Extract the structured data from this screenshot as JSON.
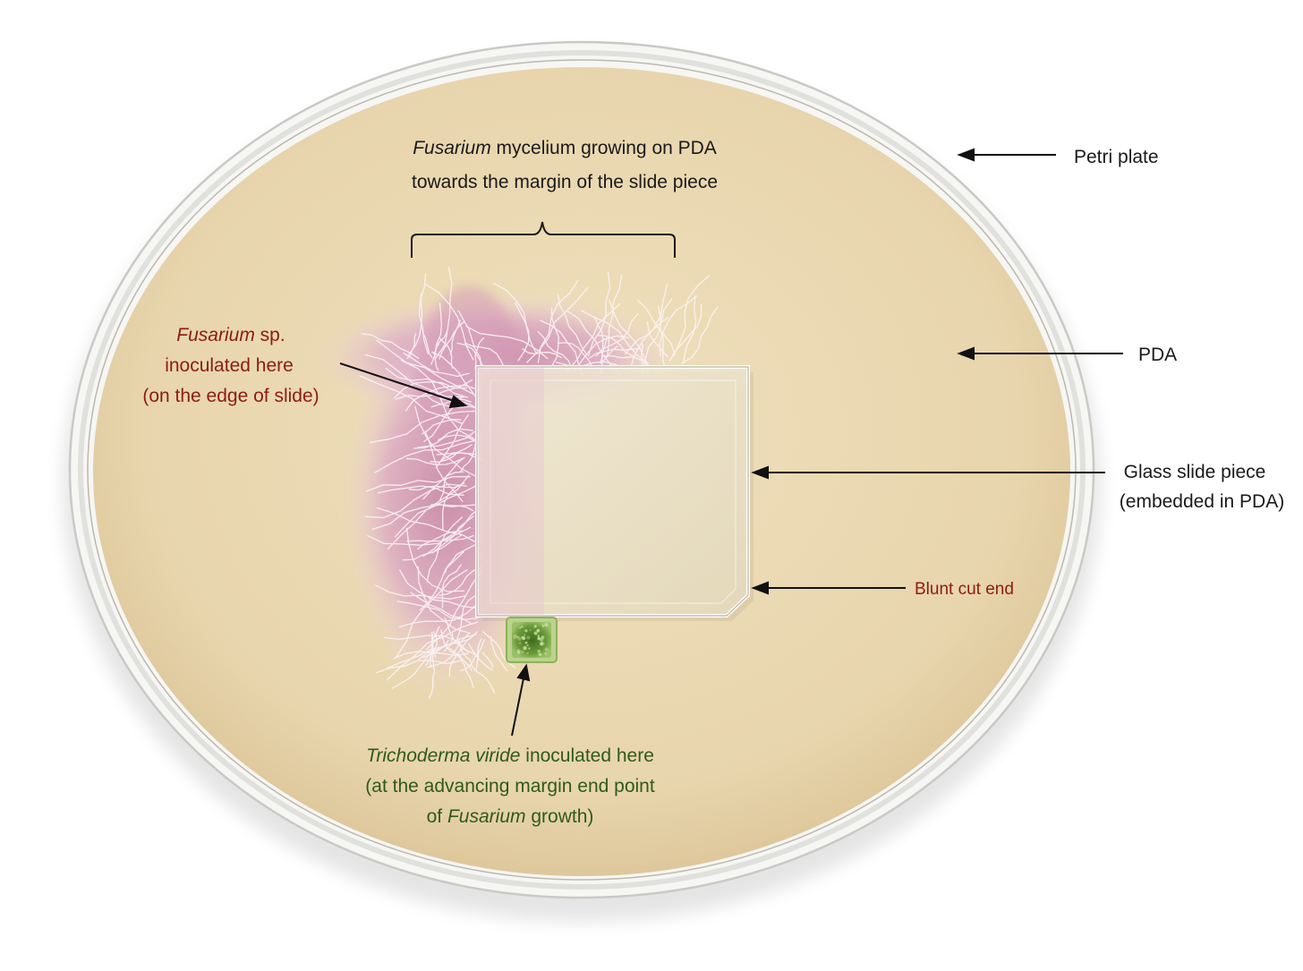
{
  "labels": {
    "top_line1_em": "Fusarium",
    "top_line1_rest": " mycelium growing on PDA",
    "top_line2": "towards the margin of the slide piece",
    "petri_plate": "Petri plate",
    "pda": "PDA",
    "glass_slide_line1": "Glass slide piece",
    "glass_slide_line2": "(embedded in PDA)",
    "blunt_cut_end": "Blunt cut end",
    "fusarium_line1_em": "Fusarium",
    "fusarium_line1_rest": " sp.",
    "fusarium_line2": "inoculated here",
    "fusarium_line3": "(on the edge of slide)",
    "tricho_line1_em": "Trichoderma viride",
    "tricho_line1_rest": " inoculated here",
    "tricho_line2": "(at the advancing margin end point",
    "tricho_line3_pre": "of ",
    "tricho_line3_em": "Fusarium",
    "tricho_line3_post": " growth)"
  },
  "colors": {
    "agar": "#ead9b4",
    "agar_edge": "#d7c094",
    "mycelium": "#d9a6bf",
    "hyphae_light": "#f7eef3",
    "trichoderma": "#5e8a32",
    "label_red": "#8c1c13",
    "label_green": "#2e5a1c",
    "label_black": "#1a1a1a"
  }
}
